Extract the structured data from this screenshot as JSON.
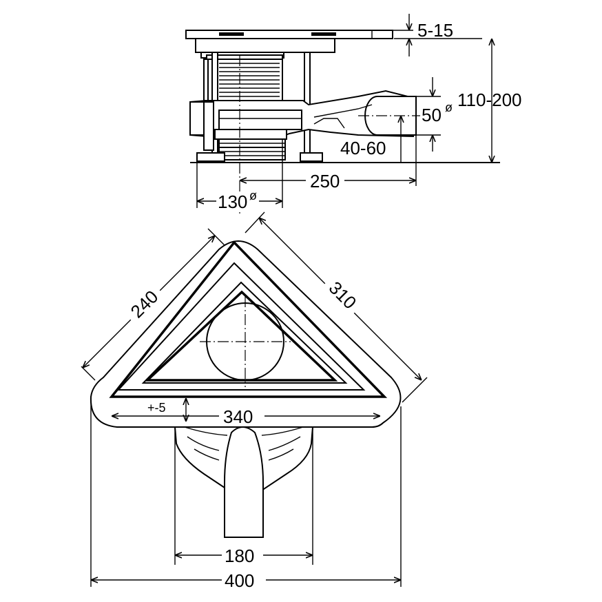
{
  "dimensions": {
    "grate_height": "5-15",
    "total_height": "110-200",
    "outlet_diameter": "50",
    "outlet_height": "40-60",
    "outlet_length": "250",
    "body_diameter": "130",
    "diameter_symbol": "ø",
    "side_left": "240",
    "side_right": "310",
    "adjust": "+-5",
    "front_width": "340",
    "body_width": "180",
    "overall_width": "400"
  }
}
